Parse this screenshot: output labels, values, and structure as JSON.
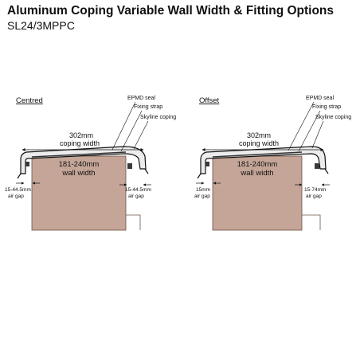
{
  "header": {
    "title": "Aluminum Coping Variable Wall Width & Fitting Options",
    "subtitle": "SL24/3MPPC"
  },
  "colors": {
    "wall": "#c4a597",
    "coping_fill": "#ececec",
    "seal": "#3a3a3a",
    "line": "#111111"
  },
  "diagrams": [
    {
      "label": "Centred",
      "seal": "EPMD seal",
      "strap": "Fixing strap",
      "coping": "Skyline coping",
      "width_value": "302mm",
      "width_label": "coping width",
      "wall_value": "181-240mm",
      "wall_label": "wall width",
      "left_gap_value": "15-44.5mm",
      "left_gap_label": "air gap",
      "right_gap_value": "15-44.5mm",
      "right_gap_label": "air gap"
    },
    {
      "label": "Offset",
      "seal": "EPMD seal",
      "strap": "Fixing strap",
      "coping": "Skyline coping",
      "width_value": "302mm",
      "width_label": "coping width",
      "wall_value": "181-240mm",
      "wall_label": "wall width",
      "left_gap_value": "15mm",
      "left_gap_label": "air gap",
      "right_gap_value": "15-74mm",
      "right_gap_label": "air gap"
    }
  ]
}
